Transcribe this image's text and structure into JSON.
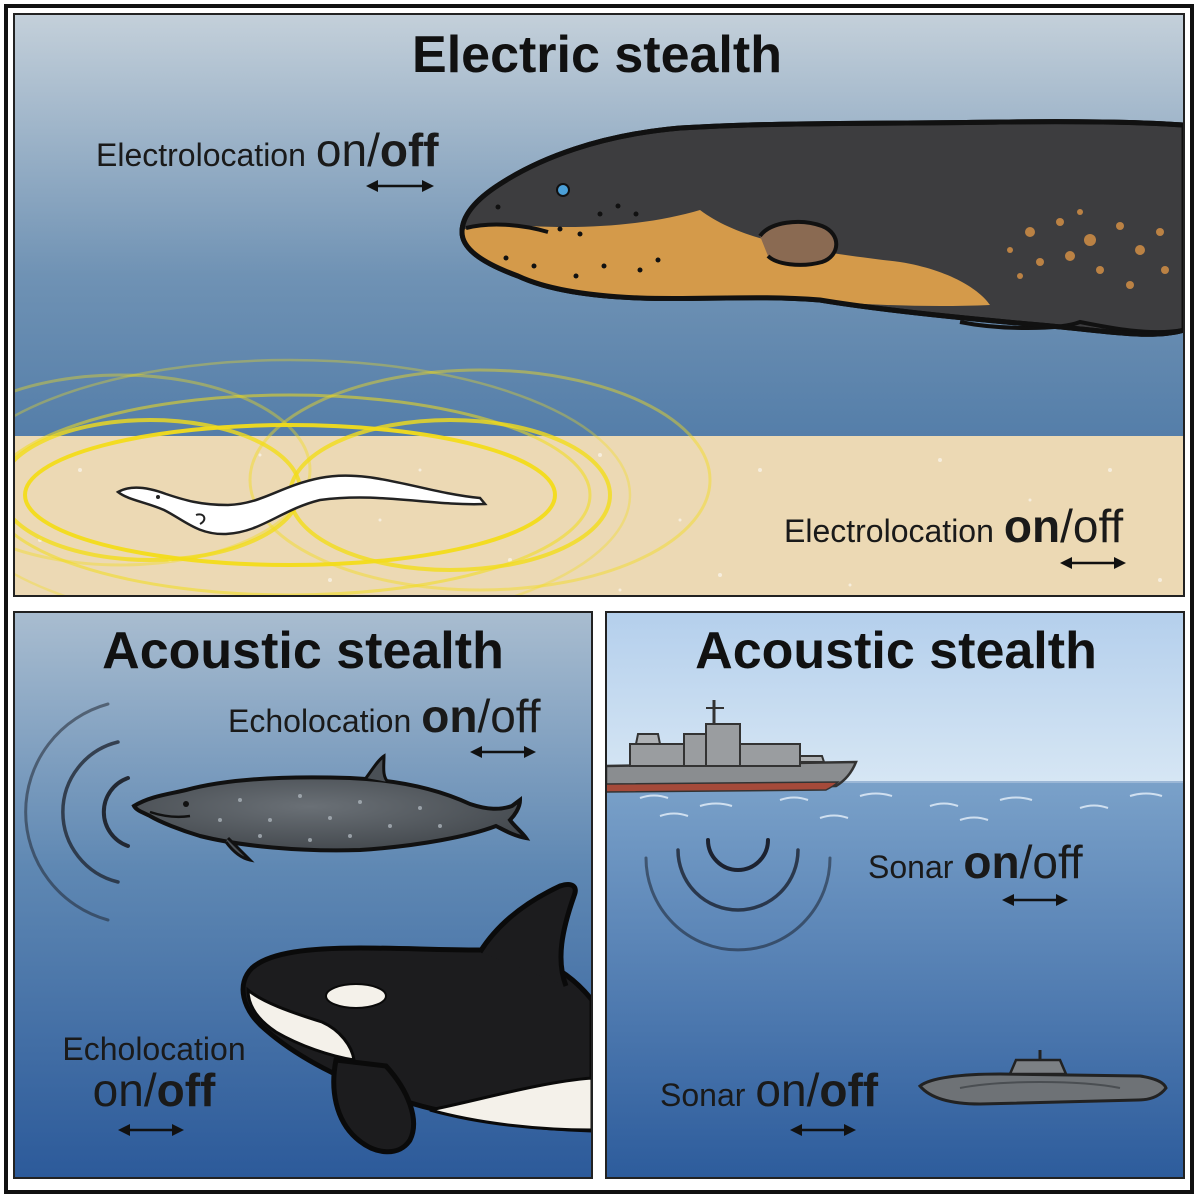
{
  "panels": {
    "electric": {
      "title": "Electric stealth",
      "eel_label": {
        "word": "Electrolocation",
        "on": "on",
        "slash": "/",
        "off": "off",
        "bold": "off"
      },
      "knifefish_label": {
        "word": "Electrolocation",
        "on": "on",
        "slash": "/",
        "off": "off",
        "bold": "on"
      }
    },
    "acoustic_left": {
      "title": "Acoustic stealth",
      "whale_label": {
        "word": "Echolocation",
        "on": "on",
        "slash": "/",
        "off": "off",
        "bold": "on"
      },
      "orca_label": {
        "word": "Echolocation",
        "on": "on",
        "slash": "/",
        "off": "off",
        "bold": "off"
      }
    },
    "acoustic_right": {
      "title": "Acoustic stealth",
      "ship_label": {
        "word": "Sonar",
        "on": "on",
        "slash": "/",
        "off": "off",
        "bold": "on"
      },
      "submarine_label": {
        "word": "Sonar",
        "on": "on",
        "slash": "/",
        "off": "off",
        "bold": "off"
      }
    }
  },
  "colors": {
    "water_top": "#c3cfd9",
    "water_bottom": "#2f5f9a",
    "sand": "#ecd9b4",
    "eel_body": "#3d3d3f",
    "eel_belly": "#d49a4a",
    "field_glow": "#f3dc1a",
    "sky": "#c9def2",
    "hull_red": "#a54a3a"
  },
  "icons": [
    "double-arrow-icon",
    "sonar-wave-icon",
    "electric-field-icon"
  ]
}
